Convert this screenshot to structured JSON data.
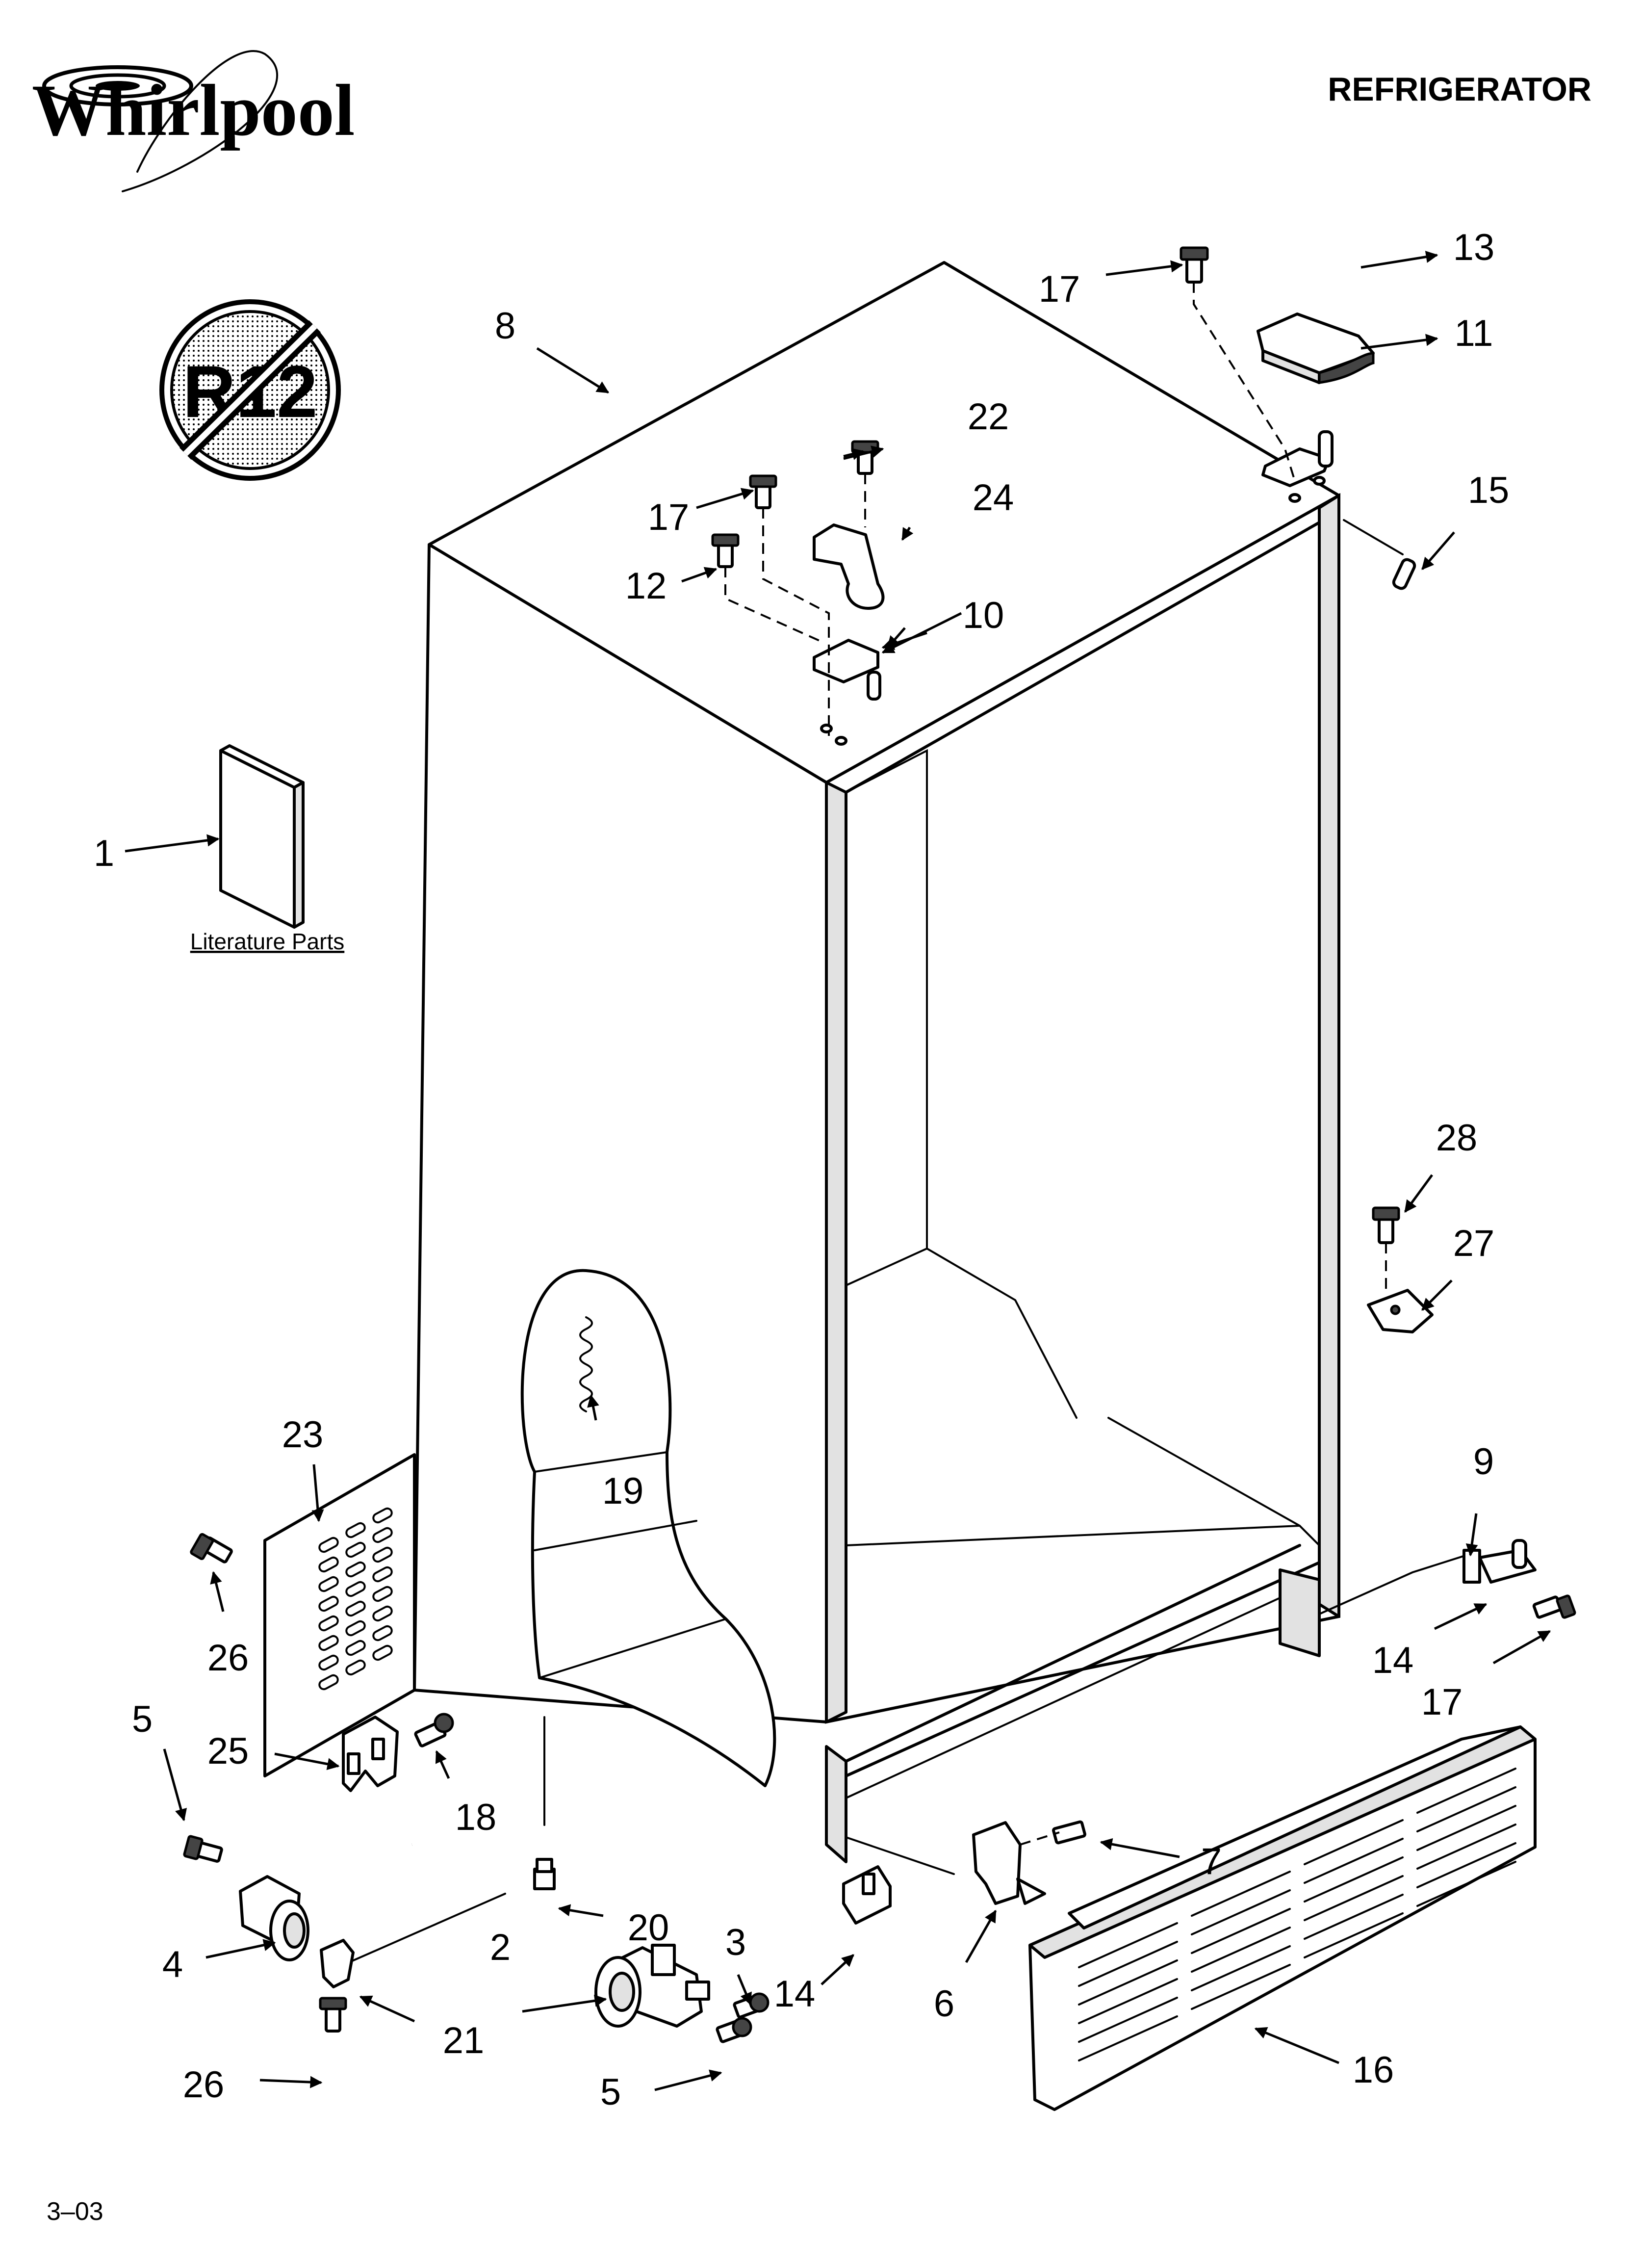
{
  "header": {
    "brand": "Whirlpool",
    "section_title": "REFRIGERATOR"
  },
  "badge": {
    "text": "R12"
  },
  "literature_label": "Literature Parts",
  "footer": {
    "page_code": "3–03"
  },
  "callouts": [
    {
      "id": "c1",
      "label": "1"
    },
    {
      "id": "c2",
      "label": "2"
    },
    {
      "id": "c3",
      "label": "3"
    },
    {
      "id": "c4",
      "label": "4"
    },
    {
      "id": "c5a",
      "label": "5"
    },
    {
      "id": "c5b",
      "label": "5"
    },
    {
      "id": "c6",
      "label": "6"
    },
    {
      "id": "c7",
      "label": "7"
    },
    {
      "id": "c8",
      "label": "8"
    },
    {
      "id": "c9",
      "label": "9"
    },
    {
      "id": "c10",
      "label": "10"
    },
    {
      "id": "c11",
      "label": "11"
    },
    {
      "id": "c12",
      "label": "12"
    },
    {
      "id": "c13",
      "label": "13"
    },
    {
      "id": "c14a",
      "label": "14"
    },
    {
      "id": "c14b",
      "label": "14"
    },
    {
      "id": "c15",
      "label": "15"
    },
    {
      "id": "c16",
      "label": "16"
    },
    {
      "id": "c17a",
      "label": "17"
    },
    {
      "id": "c17b",
      "label": "17"
    },
    {
      "id": "c17c",
      "label": "17"
    },
    {
      "id": "c18",
      "label": "18"
    },
    {
      "id": "c19",
      "label": "19"
    },
    {
      "id": "c20",
      "label": "20"
    },
    {
      "id": "c21",
      "label": "21"
    },
    {
      "id": "c22",
      "label": "22"
    },
    {
      "id": "c23",
      "label": "23"
    },
    {
      "id": "c24",
      "label": "24"
    },
    {
      "id": "c25",
      "label": "25"
    },
    {
      "id": "c26a",
      "label": "26"
    },
    {
      "id": "c26b",
      "label": "26"
    },
    {
      "id": "c27",
      "label": "27"
    },
    {
      "id": "c28",
      "label": "28"
    }
  ]
}
